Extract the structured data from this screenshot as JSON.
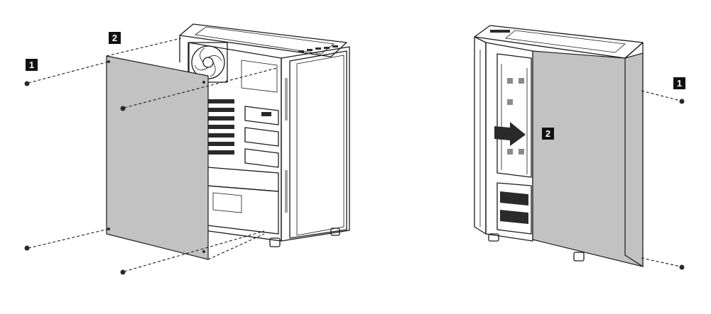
{
  "badges": {
    "left_step1": "1",
    "left_step2": "2",
    "right_step1": "1",
    "right_step2": "2"
  },
  "icons": {
    "left_figure": "pc-case-side-panel-removal-icon",
    "right_figure": "pc-case-side-panel-slide-icon",
    "arrow": "slide-arrow-icon",
    "screw": "thumbscrew-icon"
  }
}
